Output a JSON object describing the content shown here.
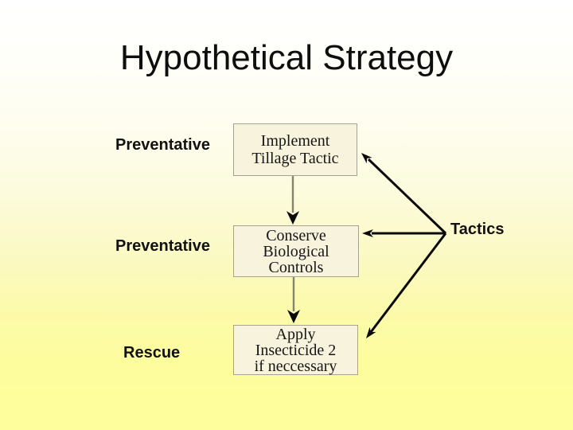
{
  "slide": {
    "title": "Hypothetical Strategy",
    "stage_labels": [
      {
        "label": "Preventative"
      },
      {
        "label": "Preventative"
      },
      {
        "label": "Rescue"
      }
    ],
    "flow_boxes": [
      {
        "lines": [
          "Implement",
          "Tillage Tactic"
        ]
      },
      {
        "lines": [
          "Conserve",
          "Biological",
          "Controls"
        ]
      },
      {
        "lines": [
          "Apply",
          "Insecticide 2",
          "if neccessary"
        ]
      }
    ],
    "group_label": "Tactics"
  },
  "colors": {
    "background_top": "#ffffff",
    "background_bottom": "#fefe9c",
    "box_fill": "#f7f3dc",
    "box_border": "#a6a392",
    "connector_line": "#85856d",
    "arrow_black": "#0a0a0a",
    "text": "#111111"
  }
}
